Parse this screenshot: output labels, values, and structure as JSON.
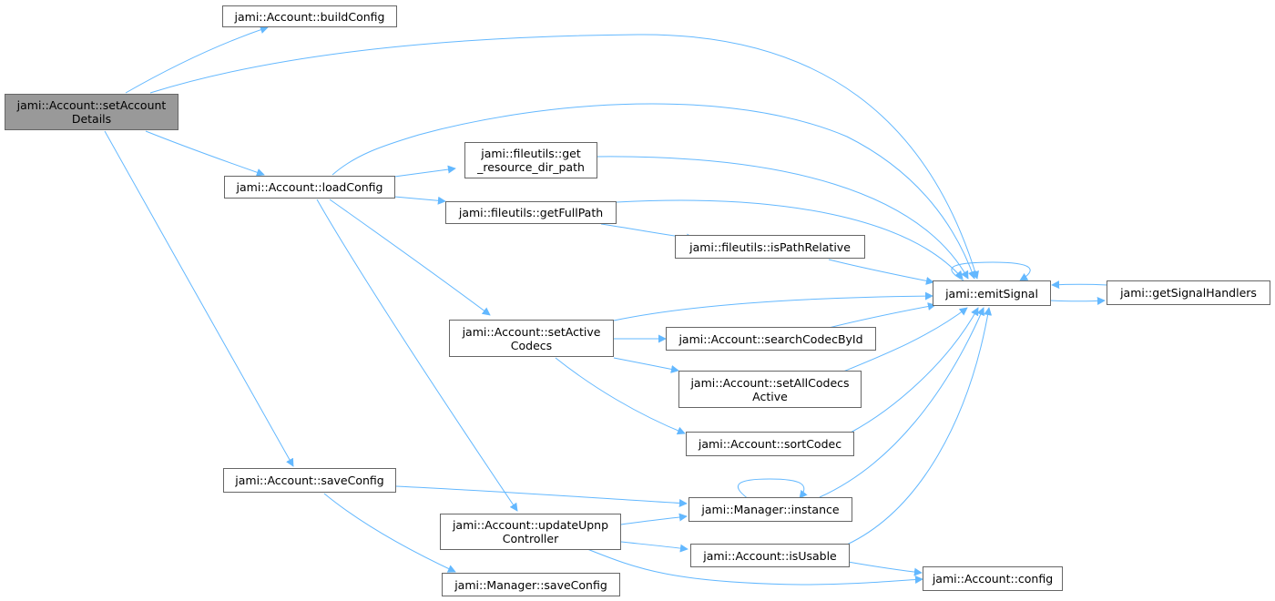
{
  "colors": {
    "edge": "#63b8ff",
    "node_border": "#666666",
    "root_fill": "#999999",
    "node_fill": "#ffffff"
  },
  "nodes": {
    "set_account_details": "jami::Account::setAccount\nDetails",
    "build_config": "jami::Account::buildConfig",
    "load_config": "jami::Account::loadConfig",
    "save_config": "jami::Account::saveConfig",
    "get_resource_dir_path": "jami::fileutils::get\n_resource_dir_path",
    "get_full_path": "jami::fileutils::getFullPath",
    "is_path_relative": "jami::fileutils::isPathRelative",
    "set_active_codecs": "jami::Account::setActive\nCodecs",
    "search_codec_by_id": "jami::Account::searchCodecById",
    "set_all_codecs_active": "jami::Account::setAllCodecs\nActive",
    "sort_codec": "jami::Account::sortCodec",
    "emit_signal": "jami::emitSignal",
    "get_signal_handlers": "jami::getSignalHandlers",
    "manager_instance": "jami::Manager::instance",
    "update_upnp_controller": "jami::Account::updateUpnp\nController",
    "is_usable": "jami::Account::isUsable",
    "manager_save_config": "jami::Manager::saveConfig",
    "account_config": "jami::Account::config"
  }
}
